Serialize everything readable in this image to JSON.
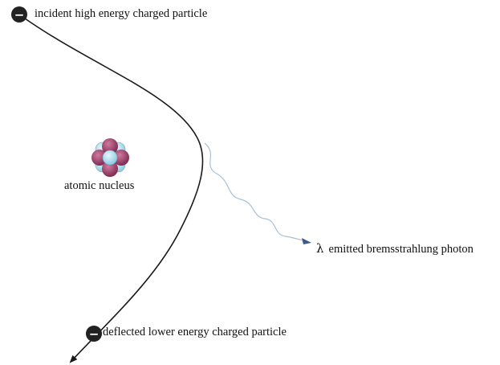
{
  "labels": {
    "incident": "incident high energy charged particle",
    "nucleus": "atomic nucleus",
    "photon_symbol": "λ",
    "photon": "emitted bremsstrahlung photon",
    "deflected": "deflected lower energy charged particle"
  },
  "particle_symbol": "−",
  "colors": {
    "trajectory": "#1a1a1a",
    "electron": "#222222",
    "proton": "#9b3b68",
    "neutron": "#9fd6ea",
    "photon_wave": "#a9bfd3",
    "photon_head": "#3b5b8c"
  }
}
